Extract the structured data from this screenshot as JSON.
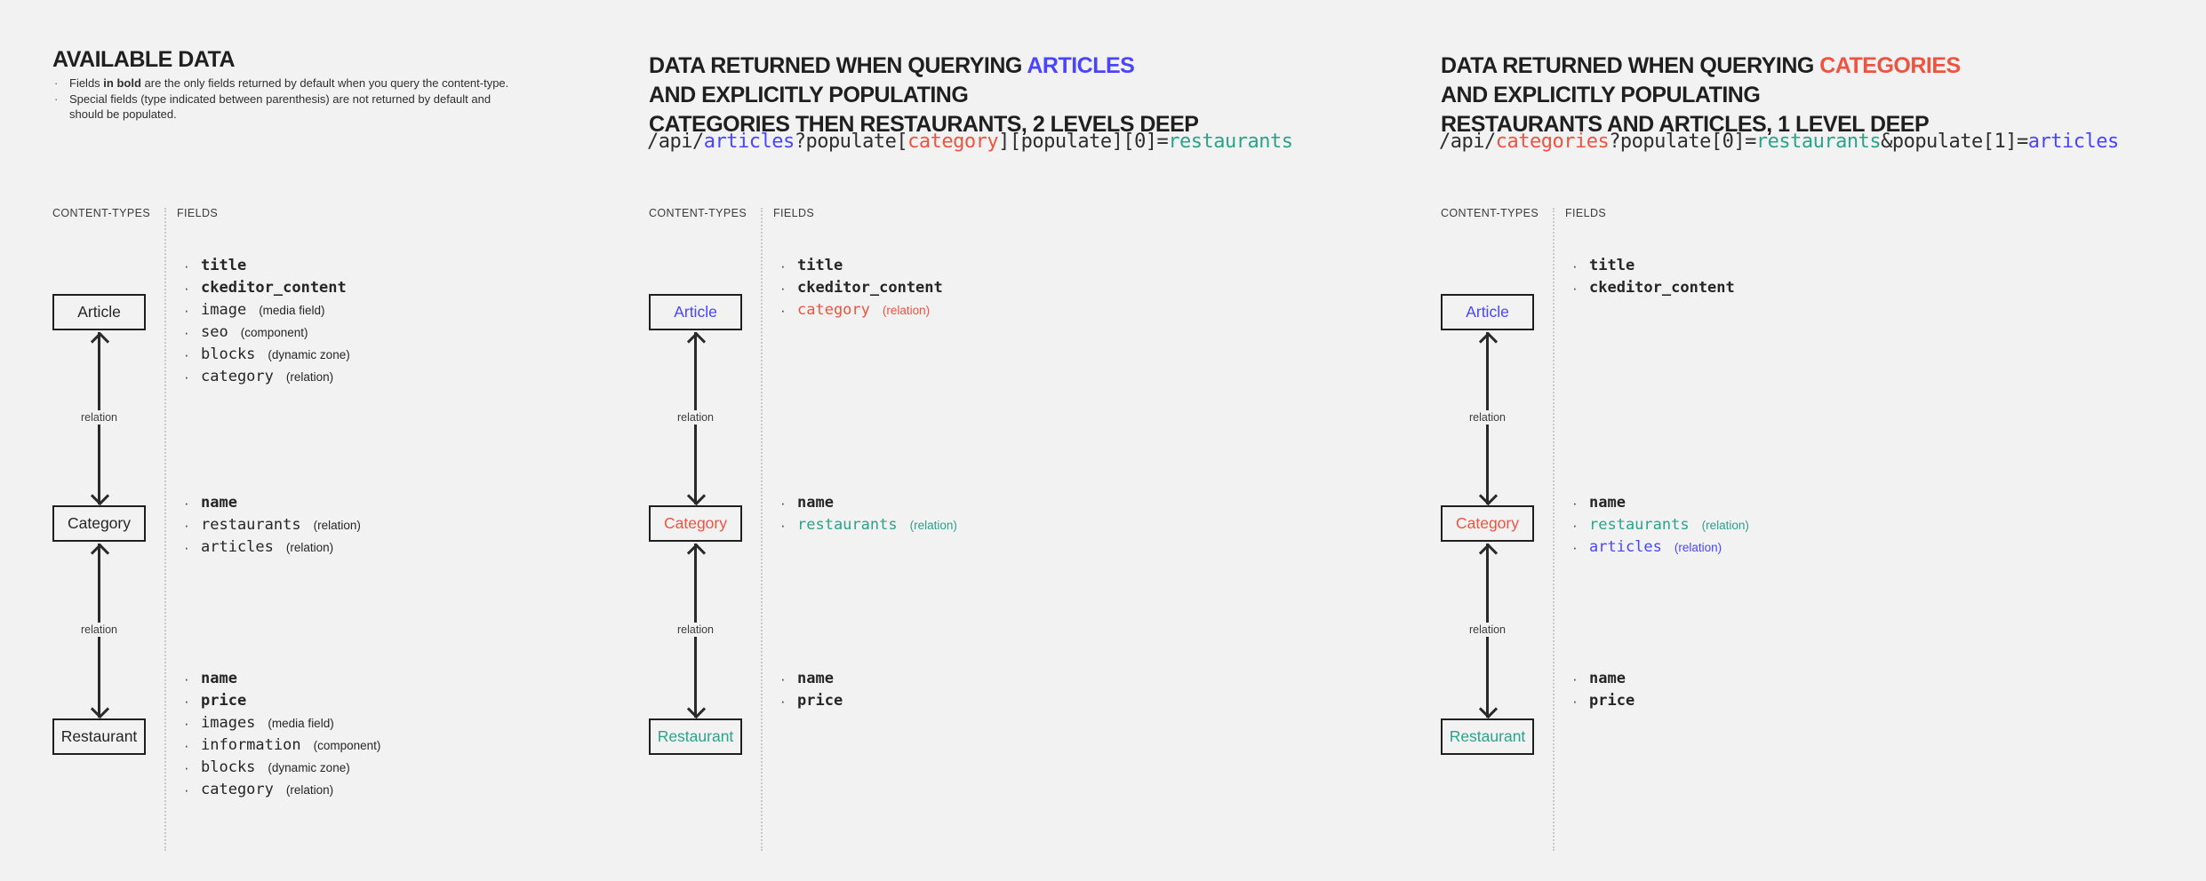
{
  "colors": {
    "ink": "#262626",
    "blue": "#4945ff",
    "red": "#ee5340",
    "teal": "#2aa38a",
    "muted": "#3b3b3b",
    "background": "#f2f2f2"
  },
  "labels": {
    "content_types": "CONTENT-TYPES",
    "fields": "FIELDS",
    "relation": "relation"
  },
  "panels": [
    {
      "title_lines": [
        [
          {
            "t": "AVAILABLE DATA"
          }
        ]
      ],
      "notes": [
        [
          {
            "t": "Fields "
          },
          {
            "t": "in bold",
            "bold": true
          },
          {
            "t": " are the only fields returned by default when you query the content-type."
          }
        ],
        [
          {
            "t": "Special fields (type indicated between parenthesis) are not returned by default and should be populated."
          }
        ]
      ],
      "content_types": [
        {
          "label": "Article",
          "color": "ink"
        },
        {
          "label": "Category",
          "color": "ink"
        },
        {
          "label": "Restaurant",
          "color": "ink"
        }
      ],
      "field_groups": [
        [
          {
            "name": "title",
            "bold": true
          },
          {
            "name": "ckeditor_content",
            "bold": true
          },
          {
            "name": "image",
            "ann": "(media field)"
          },
          {
            "name": "seo",
            "ann": "(component)"
          },
          {
            "name": "blocks",
            "ann": "(dynamic zone)"
          },
          {
            "name": "category",
            "ann": "(relation)"
          }
        ],
        [
          {
            "name": "name",
            "bold": true
          },
          {
            "name": "restaurants",
            "ann": "(relation)"
          },
          {
            "name": "articles",
            "ann": "(relation)"
          }
        ],
        [
          {
            "name": "name",
            "bold": true
          },
          {
            "name": "price",
            "bold": true
          },
          {
            "name": "images",
            "ann": "(media field)"
          },
          {
            "name": "information",
            "ann": "(component)"
          },
          {
            "name": "blocks",
            "ann": "(dynamic zone)"
          },
          {
            "name": "category",
            "ann": "(relation)"
          }
        ]
      ]
    },
    {
      "title_lines": [
        [
          {
            "t": "DATA RETURNED WHEN QUERYING "
          },
          {
            "t": "ARTICLES",
            "color": "blue"
          }
        ],
        [
          {
            "t": "AND EXPLICITLY POPULATING"
          }
        ],
        [
          {
            "t": "CATEGORIES THEN RESTAURANTS, 2 LEVELS DEEP"
          }
        ]
      ],
      "code": [
        {
          "t": "/api/",
          "color": "ink"
        },
        {
          "t": "articles",
          "color": "blue"
        },
        {
          "t": "?populate[",
          "color": "ink"
        },
        {
          "t": "category",
          "color": "red"
        },
        {
          "t": "][populate][0]=",
          "color": "ink"
        },
        {
          "t": "restaurants",
          "color": "teal"
        }
      ],
      "content_types": [
        {
          "label": "Article",
          "color": "blue"
        },
        {
          "label": "Category",
          "color": "red"
        },
        {
          "label": "Restaurant",
          "color": "teal"
        }
      ],
      "field_groups": [
        [
          {
            "name": "title",
            "bold": true
          },
          {
            "name": "ckeditor_content",
            "bold": true
          },
          {
            "name": "category",
            "ann": "(relation)",
            "color": "red"
          }
        ],
        [
          {
            "name": "name",
            "bold": true
          },
          {
            "name": "restaurants",
            "ann": "(relation)",
            "color": "teal"
          }
        ],
        [
          {
            "name": "name",
            "bold": true
          },
          {
            "name": "price",
            "bold": true
          }
        ]
      ]
    },
    {
      "title_lines": [
        [
          {
            "t": "DATA RETURNED WHEN QUERYING "
          },
          {
            "t": "CATEGORIES",
            "color": "red"
          }
        ],
        [
          {
            "t": "AND EXPLICITLY POPULATING"
          }
        ],
        [
          {
            "t": "RESTAURANTS AND ARTICLES, 1 LEVEL DEEP"
          }
        ]
      ],
      "code": [
        {
          "t": "/api/",
          "color": "ink"
        },
        {
          "t": "categories",
          "color": "red"
        },
        {
          "t": "?populate[0]=",
          "color": "ink"
        },
        {
          "t": "restaurants",
          "color": "teal"
        },
        {
          "t": "&populate[1]=",
          "color": "ink"
        },
        {
          "t": "articles",
          "color": "blue"
        }
      ],
      "content_types": [
        {
          "label": "Article",
          "color": "blue"
        },
        {
          "label": "Category",
          "color": "red"
        },
        {
          "label": "Restaurant",
          "color": "teal"
        }
      ],
      "field_groups": [
        [
          {
            "name": "title",
            "bold": true
          },
          {
            "name": "ckeditor_content",
            "bold": true
          }
        ],
        [
          {
            "name": "name",
            "bold": true
          },
          {
            "name": "restaurants",
            "ann": "(relation)",
            "color": "teal"
          },
          {
            "name": "articles",
            "ann": "(relation)",
            "color": "blue"
          }
        ],
        [
          {
            "name": "name",
            "bold": true
          },
          {
            "name": "price",
            "bold": true
          }
        ]
      ]
    }
  ]
}
